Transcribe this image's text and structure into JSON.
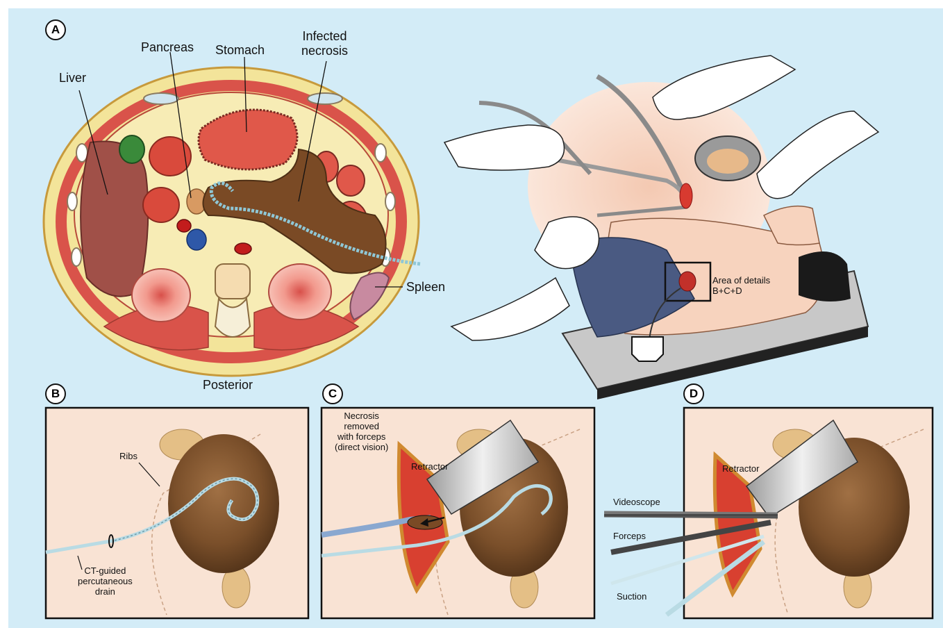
{
  "panels": {
    "a": {
      "letter": "A",
      "labels": {
        "liver": "Liver",
        "pancreas": "Pancreas",
        "stomach": "Stomach",
        "necrosis_1": "Infected",
        "necrosis_2": "necrosis",
        "spleen": "Spleen",
        "posterior": "Posterior",
        "area_1": "Area of details",
        "area_2": "B+C+D"
      }
    },
    "b": {
      "letter": "B",
      "labels": {
        "ribs": "Ribs",
        "drain_1": "CT-guided",
        "drain_2": "percutaneous",
        "drain_3": "drain"
      }
    },
    "c": {
      "letter": "C",
      "labels": {
        "removed_1": "Necrosis",
        "removed_2": "removed",
        "removed_3": "with forceps",
        "removed_4": "(direct vision)",
        "retractor": "Retractor"
      }
    },
    "d": {
      "letter": "D",
      "labels": {
        "retractor": "Retractor",
        "videoscope": "Videoscope",
        "forceps": "Forceps",
        "suction": "Suction"
      }
    }
  },
  "colors": {
    "background": "#d3ecf7",
    "fat": "#f3e49a",
    "muscle": "#d9534a",
    "necrosis": "#7a4a25",
    "panel_fill": "#f9e3d4",
    "drain": "#8fc7d6"
  }
}
